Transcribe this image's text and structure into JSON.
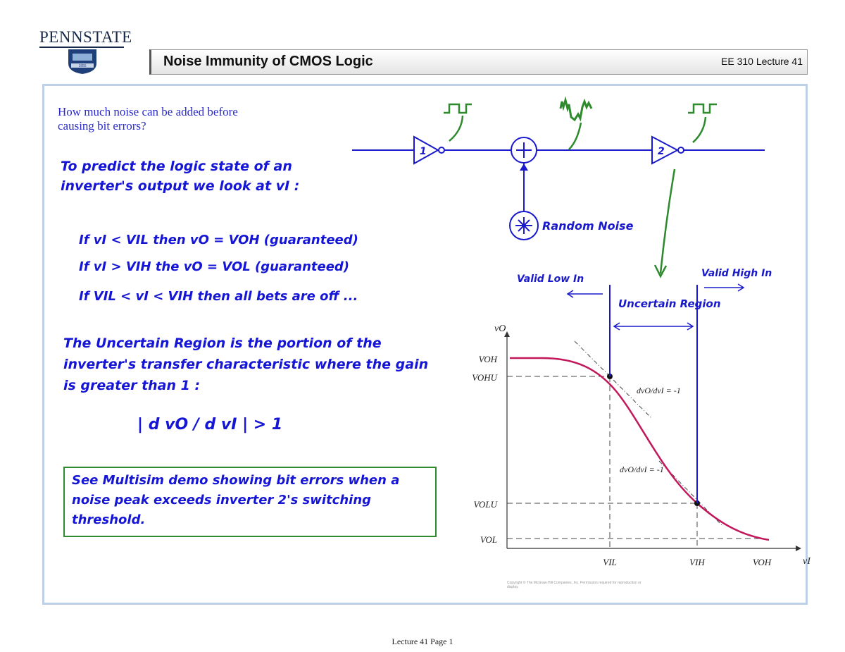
{
  "header": {
    "logo_text": "PENNSTATE",
    "shield_year": "1855",
    "title": "Noise Immunity of CMOS Logic",
    "course": "EE 310 Lecture 41"
  },
  "question": "How much noise can be added before causing bit errors?",
  "predict": "To predict the logic state of an inverter's output we look at vI :",
  "rules": [
    "If  vI < VIL  then  vO = VOH  (guaranteed)",
    "If  vI > VIH  the  vO = VOL  (guaranteed)",
    "If  VIL < vI < VIH  then all bets are off ..."
  ],
  "uncertain_text": "The Uncertain Region is the portion of the inverter's transfer characteristic where the gain is greater than 1 :",
  "gain_formula": "| d vO / d vI | > 1",
  "demo_note": "See Multisim demo showing bit errors when a noise peak exceeds inverter 2's switching threshold.",
  "circuit": {
    "inv1_label": "1",
    "inv2_label": "2",
    "noise_label": "Random Noise"
  },
  "chart_data": {
    "type": "line",
    "title": "",
    "xlabel": "vI",
    "ylabel": "vO",
    "x_ticks": [
      "VIL",
      "VIH",
      "VOH"
    ],
    "y_ticks": [
      "VOH",
      "VOHU",
      "VOLU",
      "VOL"
    ],
    "slope_annotations": [
      "dvO/dvI = -1",
      "dvO/dvI = -1"
    ],
    "regions": [
      "Valid Low In",
      "Uncertain Region",
      "Valid High In"
    ],
    "curve_color": "#c2185b",
    "marker_color": "#1a1acc",
    "copyright": "Copyright © The McGraw-Hill Companies, Inc. Permission required for reproduction or display."
  },
  "footer": "Lecture 41 Page 1"
}
